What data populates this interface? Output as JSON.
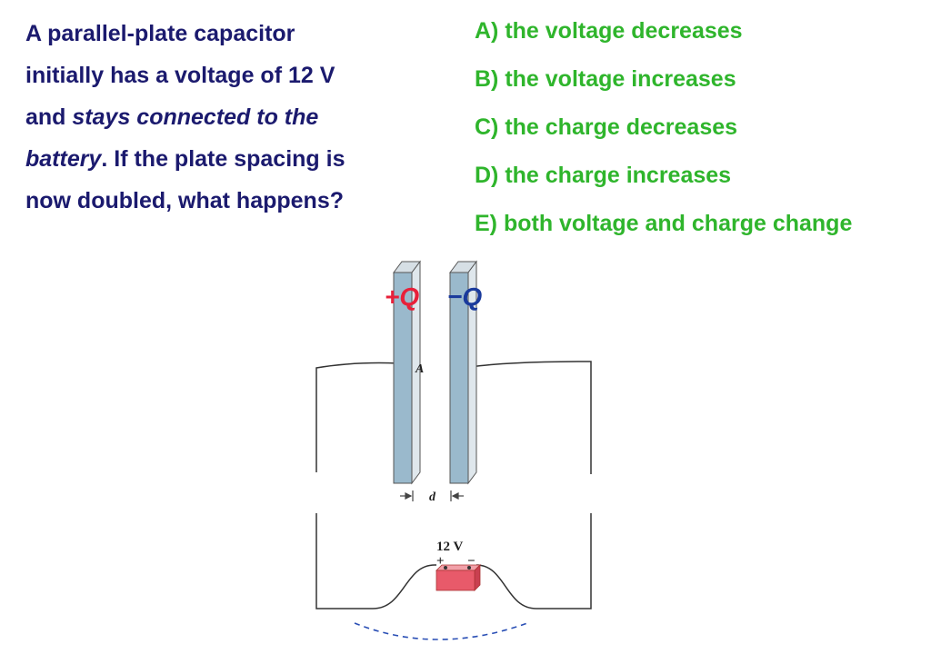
{
  "question": {
    "line1": "A parallel-plate capacitor",
    "line2": "initially has a voltage of 12 V",
    "line3_a": "and ",
    "line3_b": "stays connected to the",
    "line4_a": "battery",
    "line4_b": ".  If the plate spacing is",
    "line5": "now doubled, what happens?"
  },
  "choices": [
    "A) the voltage decreases",
    "B) the voltage increases",
    "C) the charge decreases",
    "D) the charge increases",
    "E) both voltage and charge change"
  ],
  "diagram": {
    "plus_sign": "+",
    "plus_q": "Q",
    "minus_sign": "−",
    "minus_q": "Q",
    "area_label": "A",
    "spacing_label": "d",
    "battery_label": "12 V",
    "battery_plus": "+",
    "battery_minus": "−",
    "colors": {
      "question_text": "#1b1a6e",
      "choice_text": "#2fb52c",
      "plus_q": "#e8203a",
      "minus_q": "#1a3a9c",
      "plate_face": "#9ab9cc",
      "plate_side": "#dfe7ec",
      "battery": "#e85a6a",
      "dashed_arc": "#2a4fb5"
    }
  }
}
